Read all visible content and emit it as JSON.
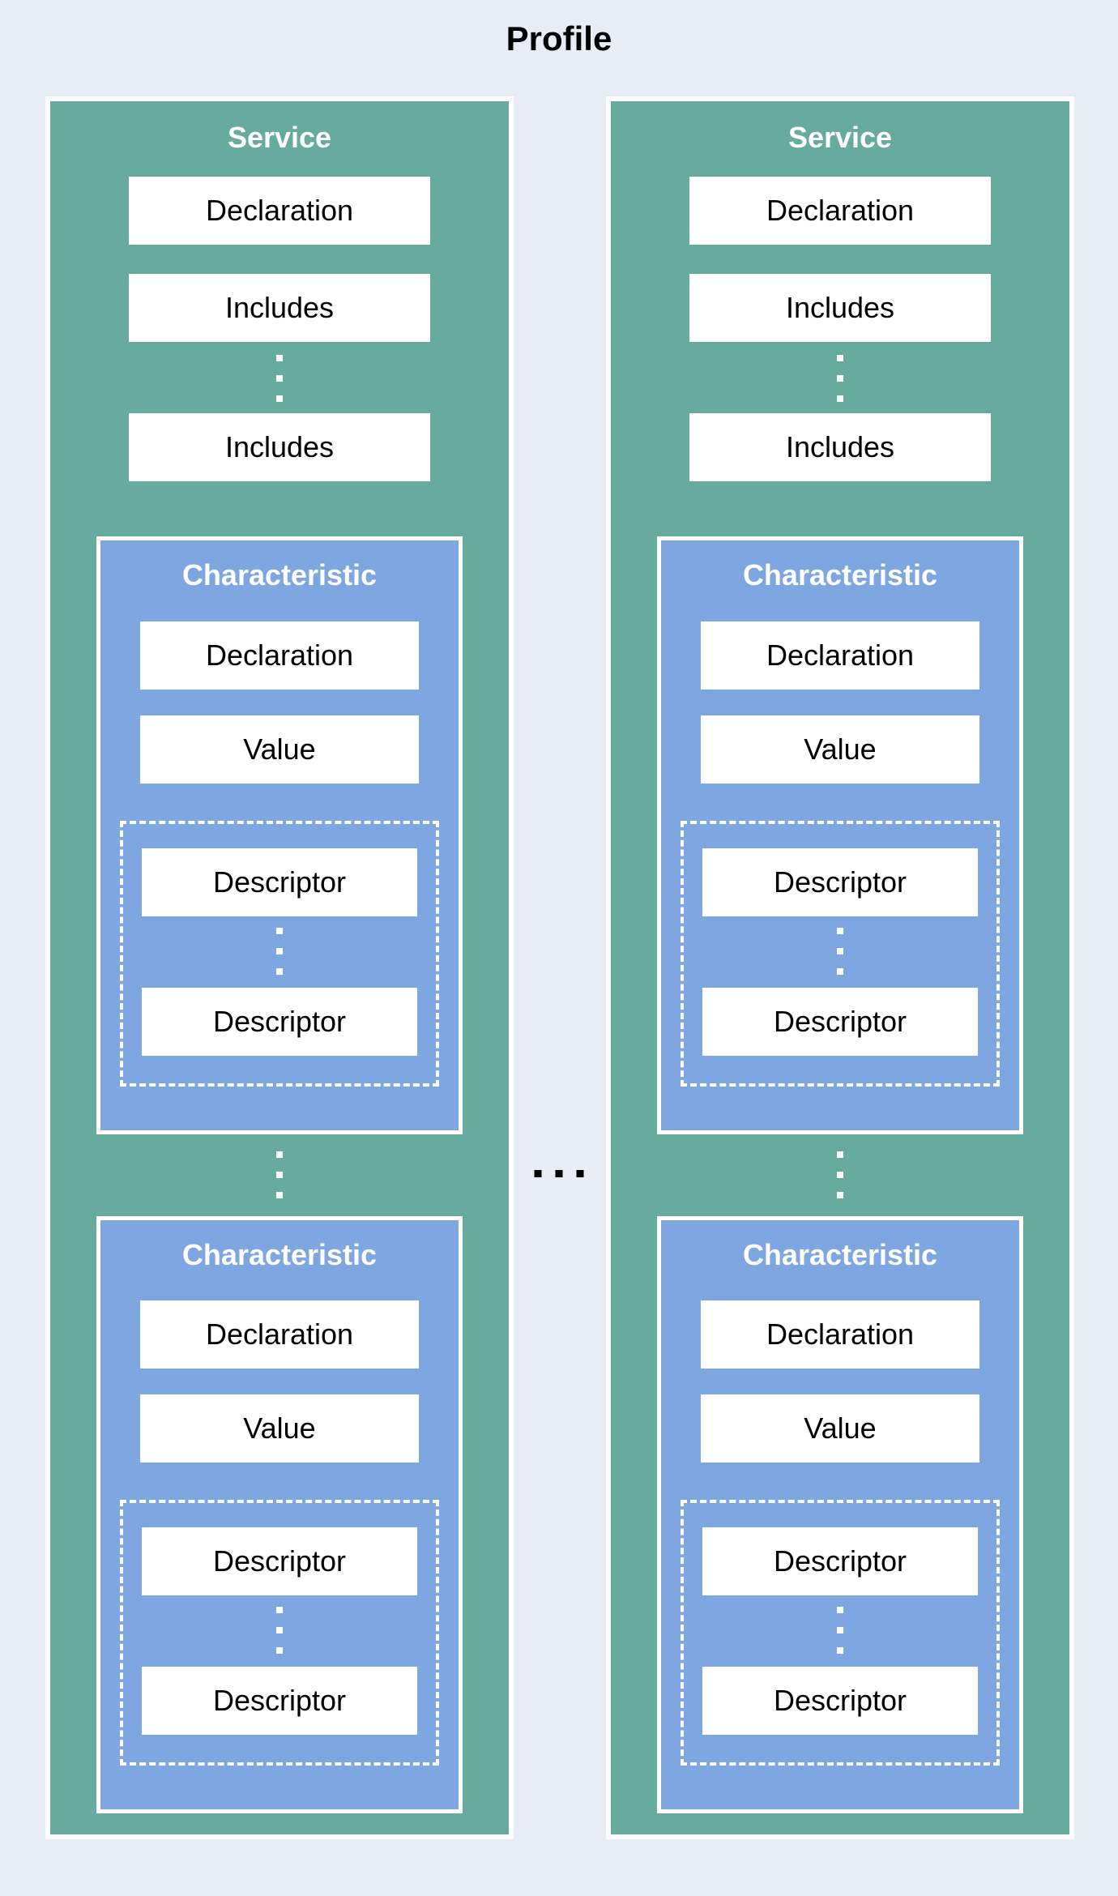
{
  "page": {
    "title": "Profile",
    "background": "#E8EDF5"
  },
  "colors": {
    "service_fill": "#67AB9F",
    "characteristic_fill": "#7EA6E0",
    "inner_box_fill": "#FFFFFF",
    "border": "#FFFFFF",
    "title_text": "#000000",
    "header_text": "#FFFFFF",
    "label_text": "#000000",
    "middle_ellipsis": "#000000"
  },
  "icons": {
    "vertical_ellipsis": "three-square-dots-vertical",
    "horizontal_ellipsis": "three-square-dots-horizontal"
  },
  "services": [
    {
      "title": "Service",
      "declaration": "Declaration",
      "includes": [
        "Includes",
        "Includes"
      ],
      "characteristics": [
        {
          "title": "Characteristic",
          "declaration": "Declaration",
          "value": "Value",
          "descriptors": [
            "Descriptor",
            "Descriptor"
          ]
        },
        {
          "title": "Characteristic",
          "declaration": "Declaration",
          "value": "Value",
          "descriptors": [
            "Descriptor",
            "Descriptor"
          ]
        }
      ]
    },
    {
      "title": "Service",
      "declaration": "Declaration",
      "includes": [
        "Includes",
        "Includes"
      ],
      "characteristics": [
        {
          "title": "Characteristic",
          "declaration": "Declaration",
          "value": "Value",
          "descriptors": [
            "Descriptor",
            "Descriptor"
          ]
        },
        {
          "title": "Characteristic",
          "declaration": "Declaration",
          "value": "Value",
          "descriptors": [
            "Descriptor",
            "Descriptor"
          ]
        }
      ]
    }
  ]
}
